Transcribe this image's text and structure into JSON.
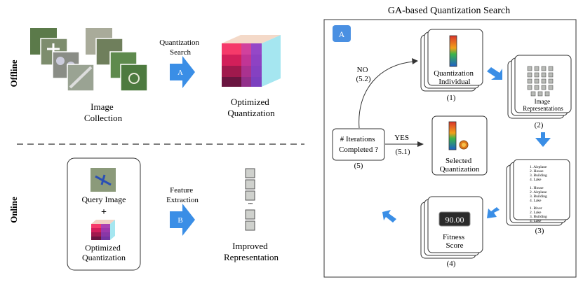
{
  "offline": {
    "side_label": "Offline",
    "image_collection": [
      "Image",
      "Collection"
    ],
    "arrow_label": [
      "Quantization",
      "Search"
    ],
    "arrow_letter": "A",
    "output": [
      "Optimized",
      "Quantization"
    ]
  },
  "online": {
    "side_label": "Online",
    "query_image": "Query Image",
    "plus": "+",
    "optimized": [
      "Optimized",
      "Quantization"
    ],
    "arrow_label": [
      "Feature",
      "Extraction"
    ],
    "arrow_letter": "B",
    "ellipsis": "•••",
    "output": [
      "Improved",
      "Representation"
    ]
  },
  "ga": {
    "title": "GA-based Quantization Search",
    "badge": "A",
    "no_label": [
      "NO",
      "(5.2)"
    ],
    "yes_label": [
      "YES",
      "(5.1)"
    ],
    "decision": [
      "#  Iterations",
      "Completed ?"
    ],
    "decision_num": "(5)",
    "individual": [
      "Quantization",
      "Individual"
    ],
    "individual_num": "(1)",
    "representations": [
      "Image",
      "Representations"
    ],
    "representations_num": "(2)",
    "ranking": [
      "1. Airplane",
      "2. House",
      "3. Building",
      "4. Lake",
      "1. House",
      "2. Airplane",
      "3. Building",
      "4. Lake",
      "1. River",
      "2. Lake",
      "3. Building",
      "4. Lake"
    ],
    "ranking_num": "(3)",
    "fitness_value": "90.00",
    "fitness": [
      "Fitness",
      "Score"
    ],
    "fitness_num": "(4)",
    "selected": [
      "Selected",
      "Quantization"
    ],
    "colors": {
      "accent": "#3a8ee6",
      "badge": "#4a90e2"
    }
  }
}
